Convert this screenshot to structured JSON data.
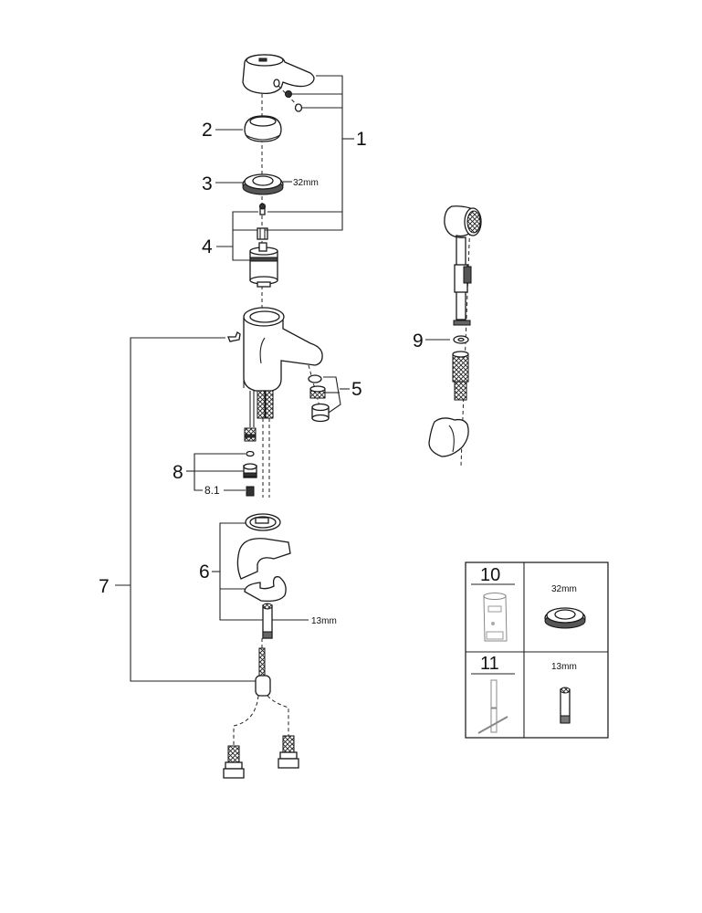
{
  "diagram": {
    "type": "exploded-parts-view",
    "callouts": {
      "c1": "1",
      "c2": "2",
      "c3": "3",
      "c4": "4",
      "c5": "5",
      "c6": "6",
      "c7": "7",
      "c8": "8",
      "c8_1": "8.1",
      "c9": "9"
    },
    "dimensions": {
      "nut_size": "32mm",
      "stud_size": "13mm"
    },
    "tools_table": {
      "rows": [
        {
          "number": "10",
          "tool": "cartridge-socket-wrench",
          "size_label": "32mm",
          "size_part": "mounting-nut"
        },
        {
          "number": "11",
          "tool": "t-handle-key",
          "size_label": "13mm",
          "size_part": "threaded-stud"
        }
      ]
    },
    "parts": [
      {
        "id": "1",
        "name": "lever handle with set screws"
      },
      {
        "id": "2",
        "name": "escutcheon cap"
      },
      {
        "id": "3",
        "name": "cartridge nut"
      },
      {
        "id": "4",
        "name": "cartridge with screw and adapter"
      },
      {
        "id": "5",
        "name": "aerator set"
      },
      {
        "id": "6",
        "name": "mounting set"
      },
      {
        "id": "7",
        "name": "pop-up / flexible hoses"
      },
      {
        "id": "8",
        "name": "connection set"
      },
      {
        "id": "8.1",
        "name": "check valve"
      },
      {
        "id": "9",
        "name": "hand spray washer"
      }
    ]
  }
}
